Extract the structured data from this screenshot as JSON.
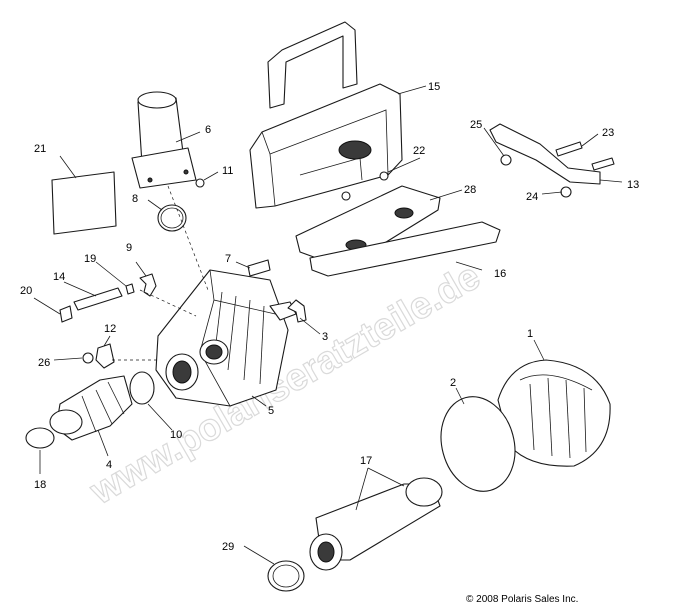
{
  "watermark": "www.polariseratzteile.de",
  "copyright": "© 2008 Polaris Sales Inc.",
  "callouts": {
    "n1": "1",
    "n2": "2",
    "n3": "3",
    "n4": "4",
    "n5": "5",
    "n6": "6",
    "n7": "7",
    "n8": "8",
    "n9": "9",
    "n10": "10",
    "n11": "11",
    "n12": "12",
    "n13": "13",
    "n14": "14",
    "n15": "15",
    "n16": "16",
    "n17": "17",
    "n18": "18",
    "n19": "19",
    "n20": "20",
    "n21": "21",
    "n22": "22",
    "n23": "23",
    "n24": "24",
    "n25": "25",
    "n26": "26",
    "n28": "28",
    "n29": "29"
  }
}
